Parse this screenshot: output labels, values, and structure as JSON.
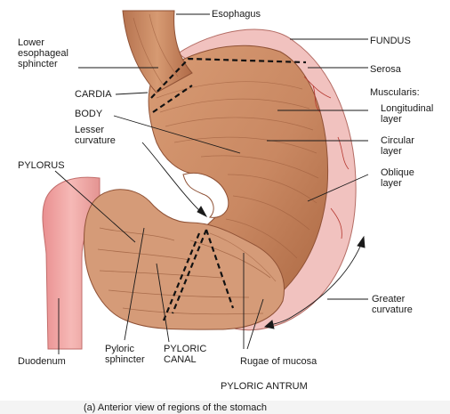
{
  "labels": {
    "esophagus": "Esophagus",
    "lower_esophageal_sphincter": "Lower\nesophageal\nsphincter",
    "cardia": "CARDIA",
    "body": "BODY",
    "lesser_curvature": "Lesser\ncurvature",
    "pylorus": "PYLORUS",
    "duodenum": "Duodenum",
    "pyloric_sphincter": "Pyloric\nsphincter",
    "pyloric_canal": "PYLORIC\nCANAL",
    "rugae_of_mucosa": "Rugae of mucosa",
    "pyloric_antrum": "PYLORIC ANTRUM",
    "fundus": "FUNDUS",
    "serosa": "Serosa",
    "muscularis": "Muscularis:",
    "longitudinal_layer": "Longitudinal\nlayer",
    "circular_layer": "Circular\nlayer",
    "oblique_layer": "Oblique\nlayer",
    "greater_curvature": "Greater\ncurvature"
  },
  "caption": "(a) Anterior view of regions of the stomach",
  "colors": {
    "muscle": "#c98862",
    "muscle_dark": "#a2603f",
    "serosa_pink": "#f1c2bf",
    "mucosa": "#d59b78",
    "duodenum": "#f0a7a5",
    "line": "#1a1a1a"
  }
}
